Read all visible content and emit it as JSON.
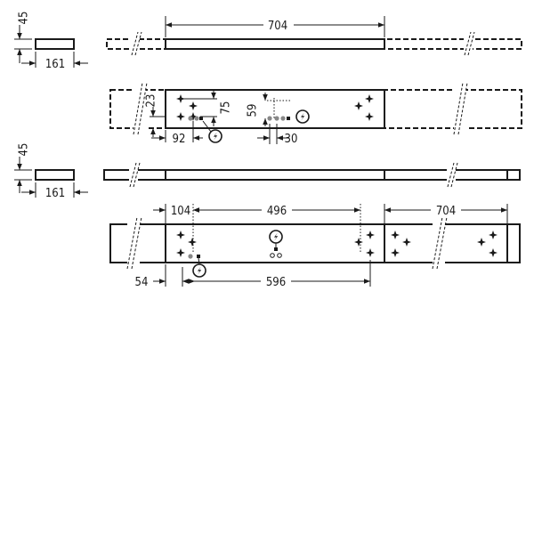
{
  "dimensions": {
    "top_section_height": "45",
    "top_section_width": "161",
    "top_length": "704",
    "top_hole_offset_vertical": "23",
    "top_hole_spacing_vertical": "75",
    "top_hole_offset_horizontal": "92",
    "top_inner_vertical": "59",
    "top_inner_horizontal": "30",
    "bottom_section_height": "45",
    "bottom_section_width": "161",
    "bottom_left_offset": "104",
    "bottom_center_span": "496",
    "bottom_right_length": "704",
    "bottom_lower_offset": "54",
    "bottom_lower_span": "596"
  }
}
